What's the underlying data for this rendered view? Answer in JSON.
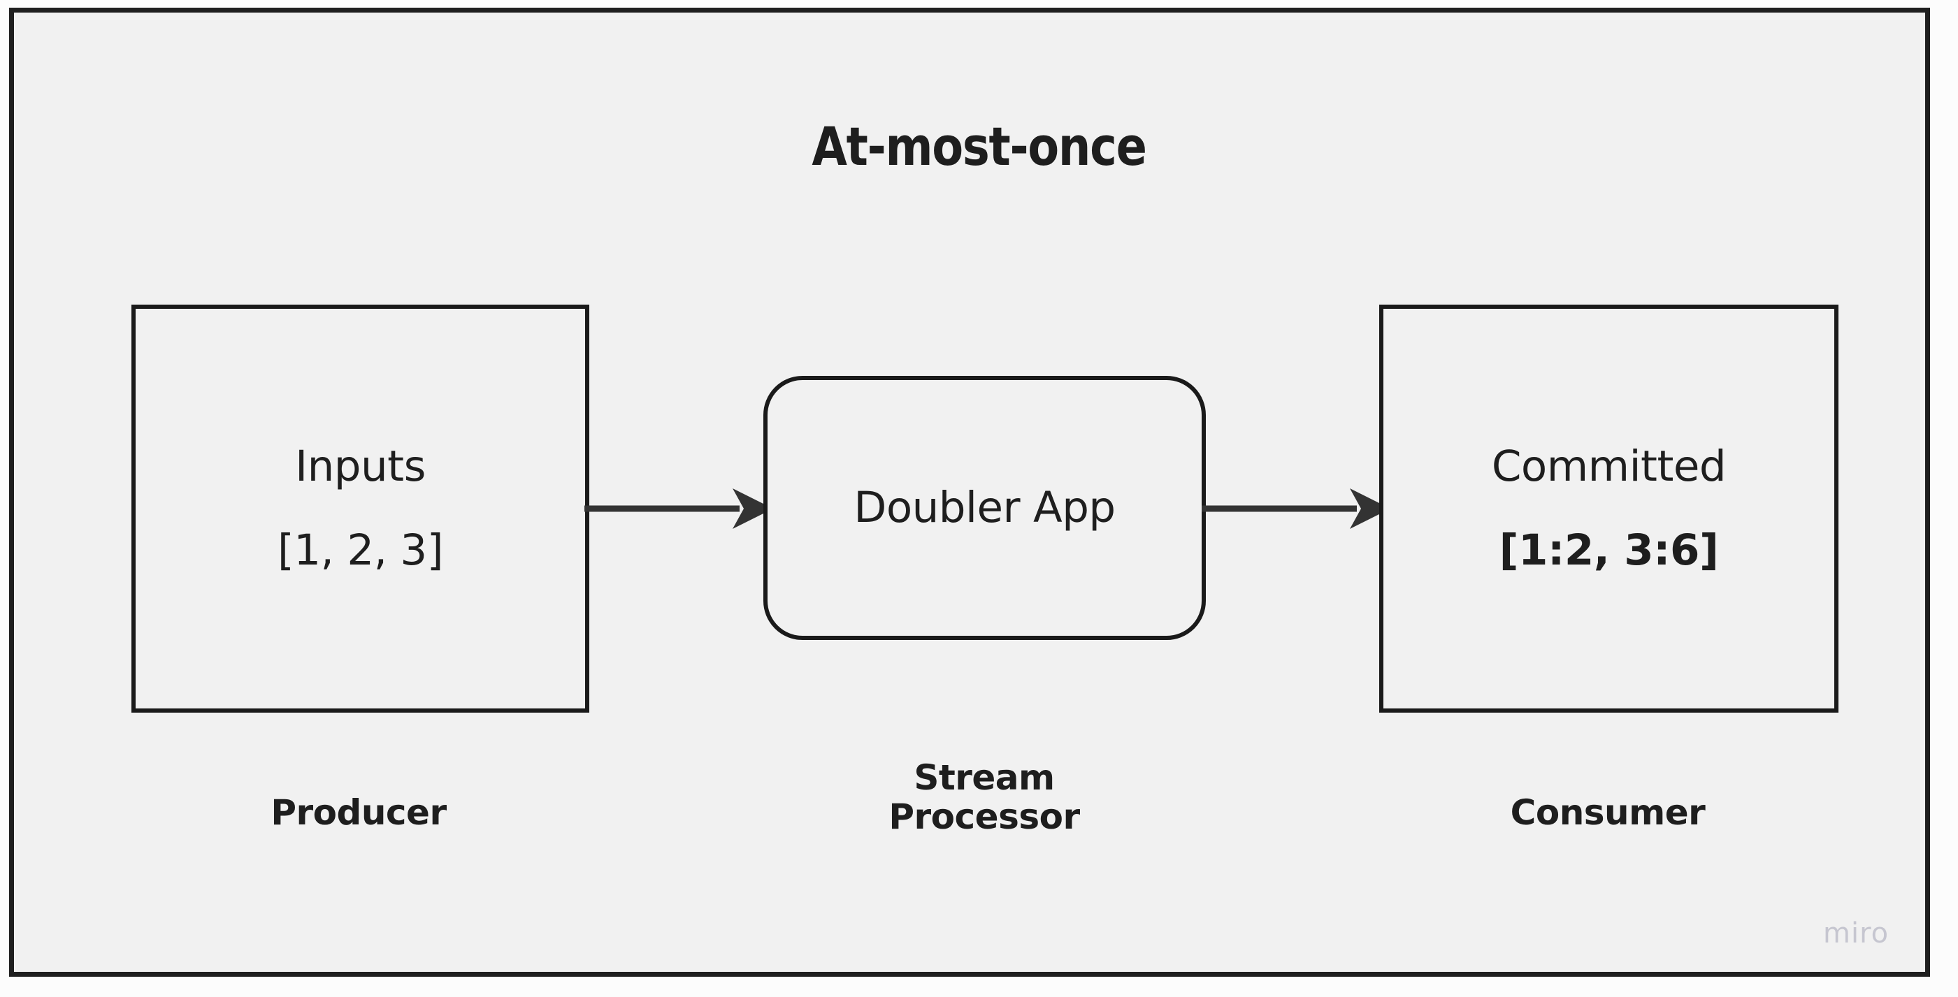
{
  "board": {
    "title": "At-most-once",
    "background_color": "#f1f1f1",
    "border_color": "#1f1f1f",
    "text_color": "#1e1e1e"
  },
  "nodes": [
    {
      "id": "producer-node",
      "shape": "rectangle",
      "line1": "Inputs",
      "line2": "[1, 2, 3]",
      "line1_bold": false,
      "line2_bold": false
    },
    {
      "id": "stream-processor-node",
      "shape": "rounded-rectangle",
      "line1": "Doubler App",
      "line1_bold": false
    },
    {
      "id": "consumer-node",
      "shape": "rectangle",
      "line1": "Committed",
      "line2": "[1:2, 3:6]",
      "line1_bold": false,
      "line2_bold": true
    }
  ],
  "connectors": [
    {
      "id": "producer-to-processor",
      "from": "producer-node",
      "to": "stream-processor-node",
      "style": "solid-arrow",
      "color": "#333333"
    },
    {
      "id": "processor-to-consumer",
      "from": "stream-processor-node",
      "to": "consumer-node",
      "style": "solid-arrow",
      "color": "#333333"
    }
  ],
  "roles": {
    "producer": "Producer",
    "processor": "Stream\nProcessor",
    "consumer": "Consumer"
  },
  "watermark": {
    "label": "miro",
    "color": "#c6c6d0"
  }
}
